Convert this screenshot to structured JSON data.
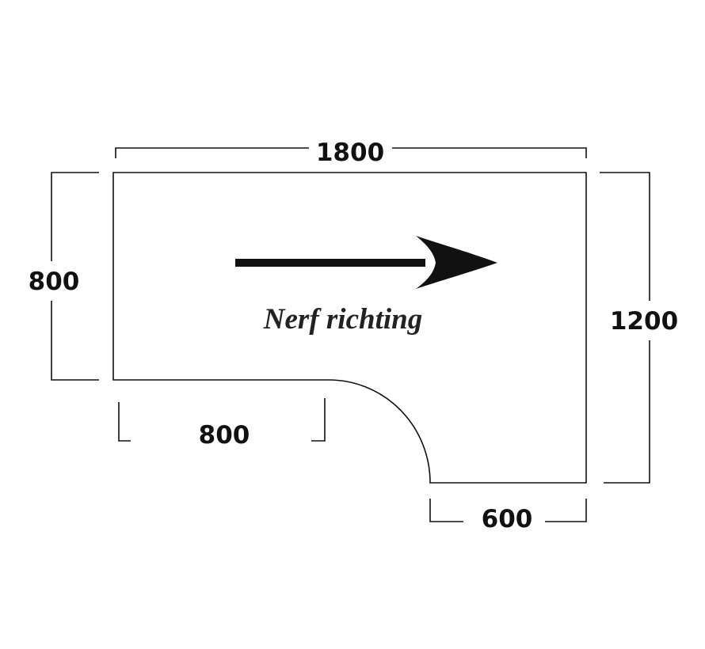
{
  "diagram": {
    "title": "Corner desk top dimensions",
    "grain_label": "Nerf richting",
    "dimensions": {
      "total_width": "1800",
      "left_depth": "800",
      "right_depth": "1200",
      "bottom_left_width": "800",
      "bottom_right_width": "600"
    },
    "colors": {
      "line": "#111111",
      "background": "#ffffff"
    }
  }
}
